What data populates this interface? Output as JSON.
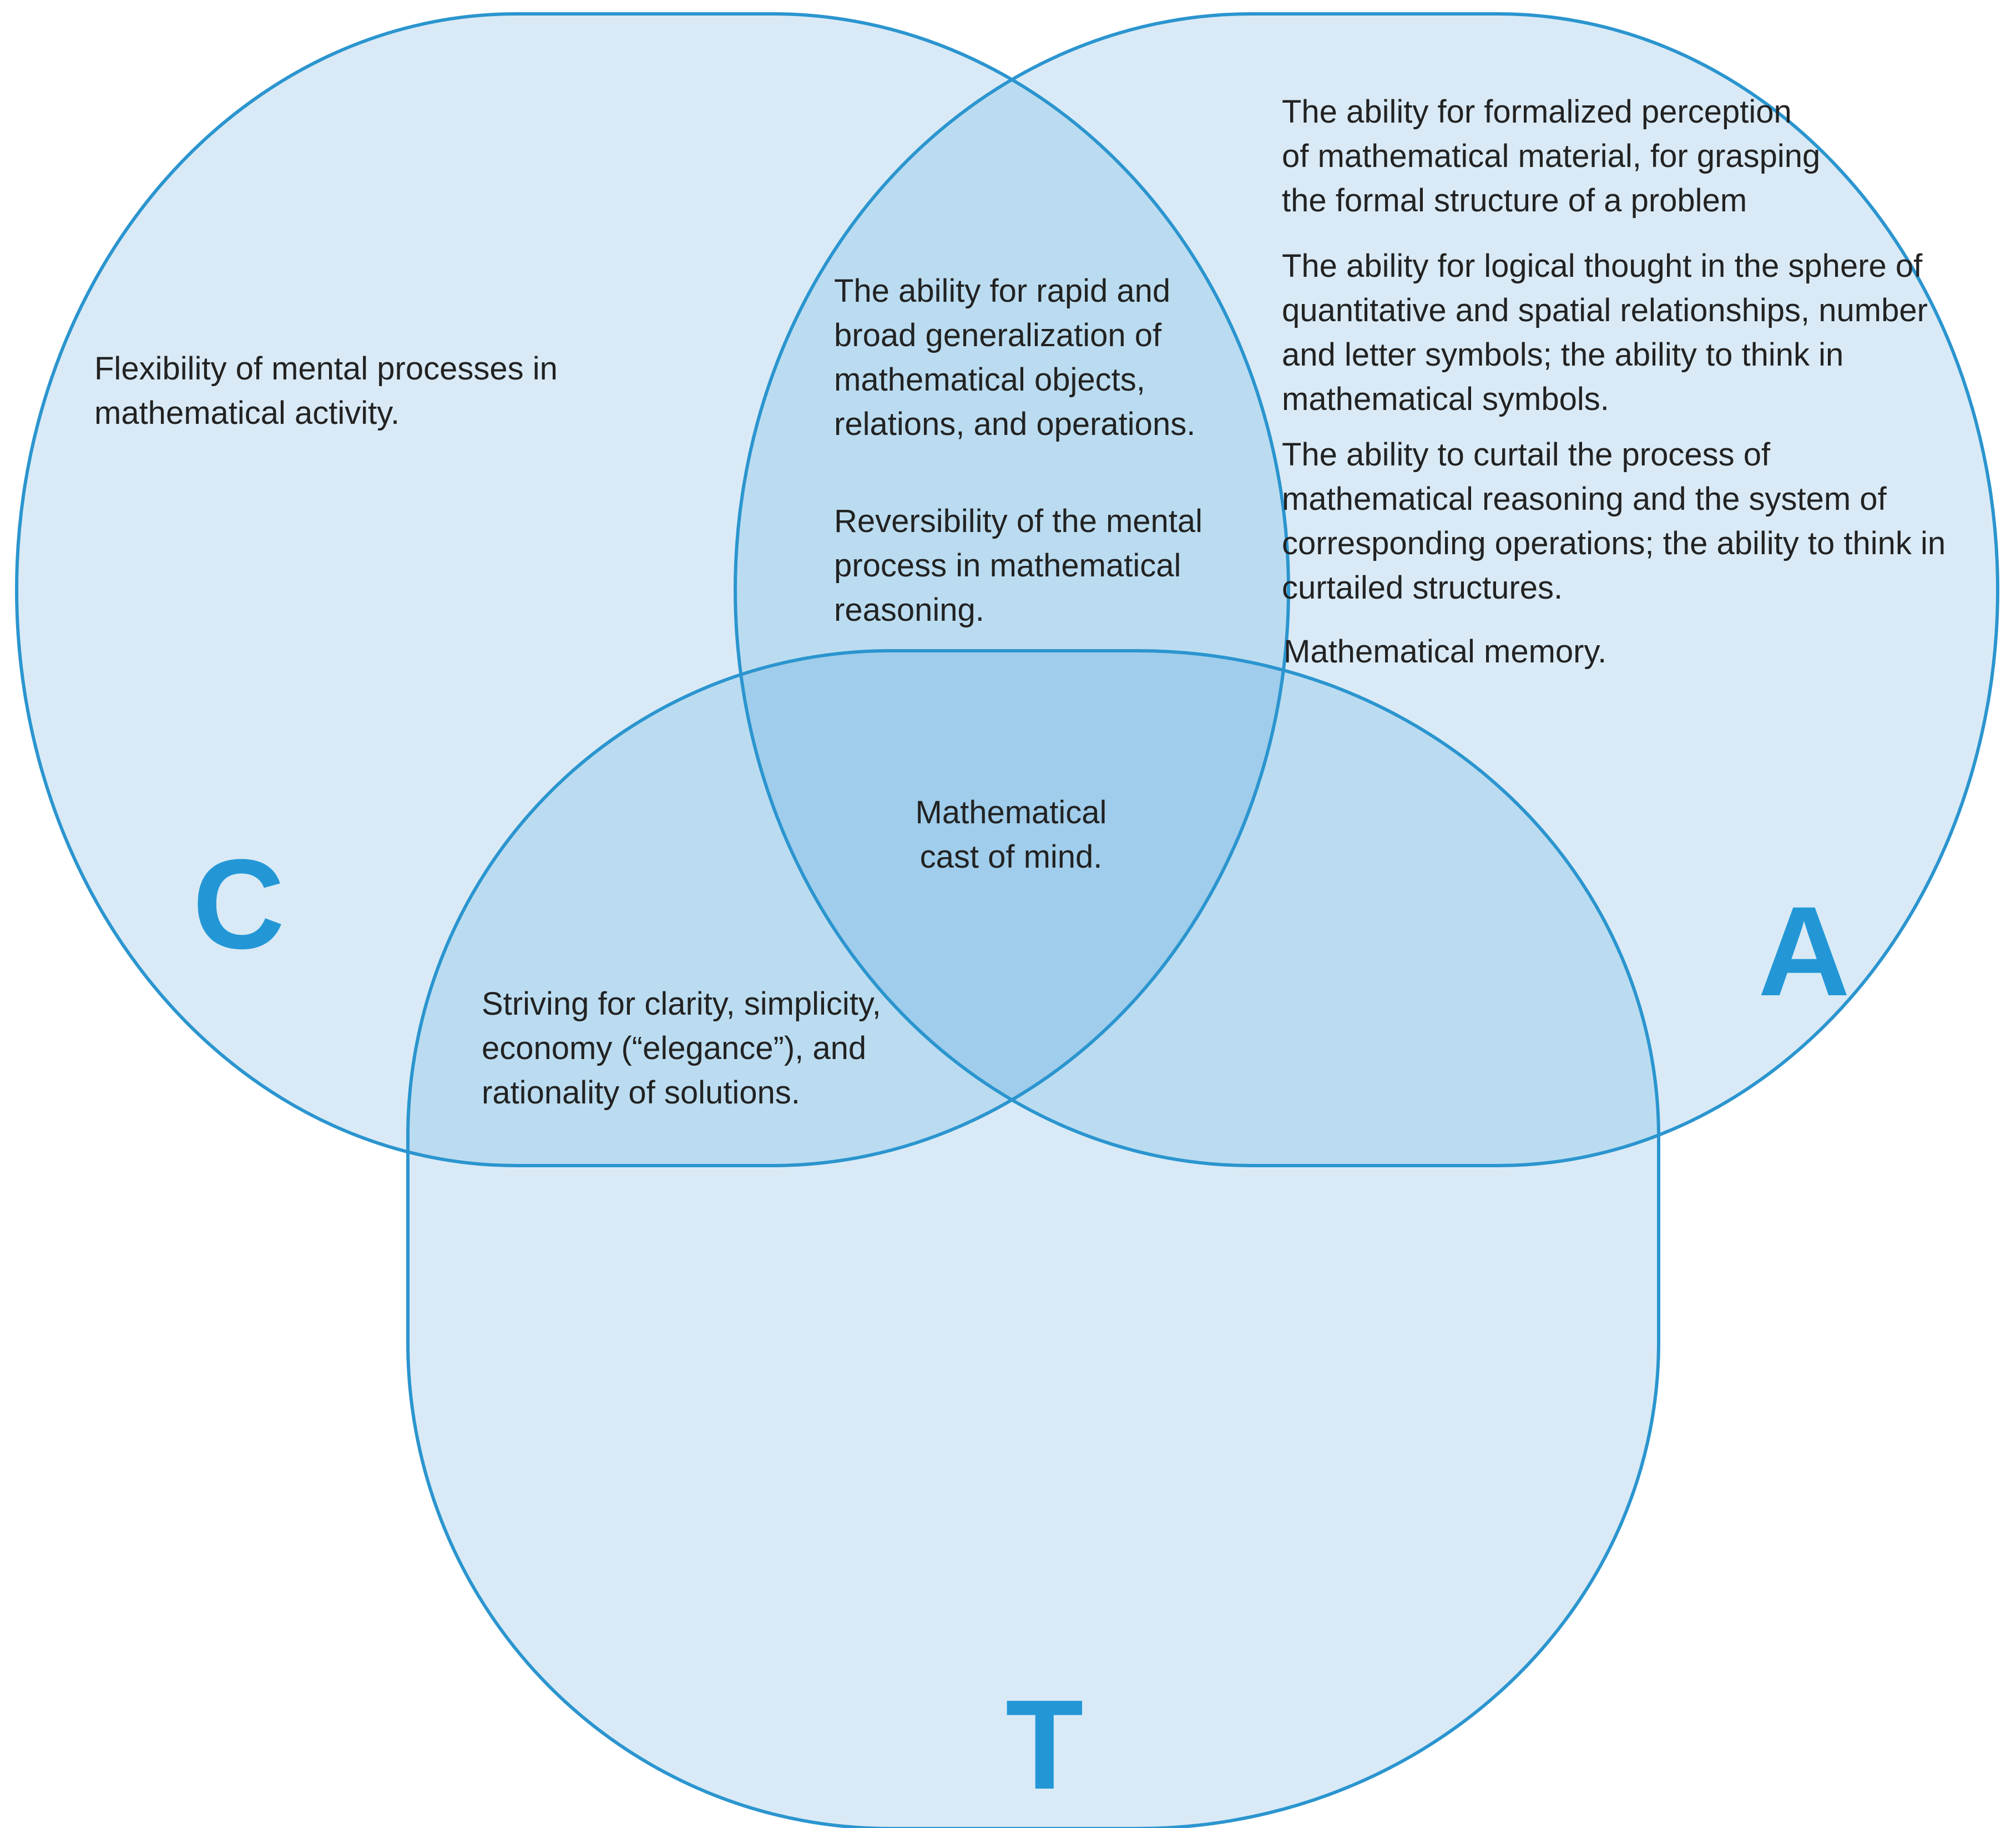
{
  "colors": {
    "outline": "#2b95cf",
    "fill": "#d9eaf6",
    "fill_overlap2": "#bbdcf0",
    "fill_overlap3": "#a0cdeb",
    "letter": "#2397d6",
    "text": "#222222"
  },
  "sets": {
    "C": {
      "letter": "C",
      "items": [
        [
          "Flexibility of mental processes in",
          "mathematical activity."
        ]
      ]
    },
    "A": {
      "letter": "A",
      "items": [
        [
          "The ability for formalized perception",
          "of mathematical material, for grasping",
          "the formal structure of a problem"
        ],
        [
          "The ability for logical thought in the sphere of",
          "quantitative and spatial relationships, number",
          "and letter symbols; the ability to think in",
          "mathematical symbols."
        ],
        [
          "The ability to curtail the process of",
          "mathematical reasoning and the system of",
          "corresponding operations; the ability to think in",
          "curtailed structures."
        ],
        [
          "Mathematical memory."
        ]
      ]
    },
    "T": {
      "letter": "T"
    }
  },
  "intersections": {
    "C_A": [
      [
        "The ability for rapid and",
        "broad generalization of",
        "mathematical objects,",
        "relations, and operations."
      ],
      [
        "Reversibility of the mental",
        "process in mathematical",
        "reasoning."
      ]
    ],
    "C_T": [
      [
        "Striving for clarity, simplicity,",
        "economy (“elegance”), and",
        "rationality of solutions."
      ]
    ],
    "C_A_T": [
      [
        "Mathematical",
        "cast of mind."
      ]
    ]
  }
}
